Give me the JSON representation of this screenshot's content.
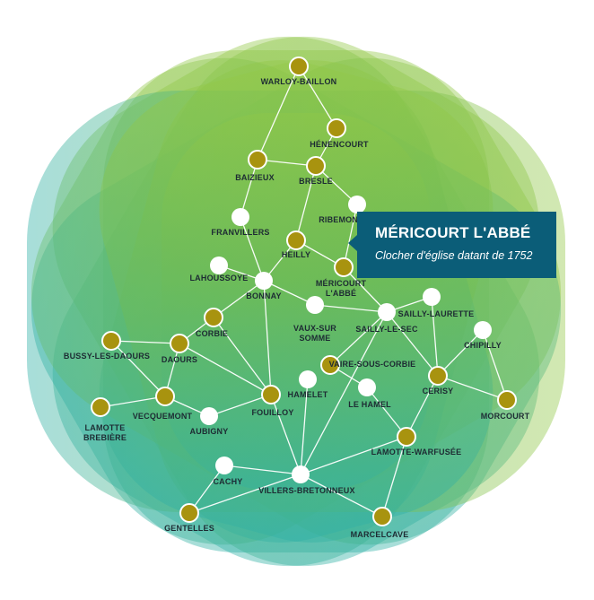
{
  "map": {
    "colors": {
      "gold": "#a8930f",
      "white": "#ffffff",
      "line": "#ffffff",
      "label": "#1d2b33",
      "green": "#8cc43f",
      "teal": "#33b0a8"
    },
    "nodes": [
      {
        "id": "warloy",
        "label": "WARLOY-BAILLON",
        "color": "gold"
      },
      {
        "id": "henencourt",
        "label": "HÉNENCOURT",
        "color": "gold"
      },
      {
        "id": "baizieux",
        "label": "BAIZIEUX",
        "color": "gold"
      },
      {
        "id": "bresle",
        "label": "BRESLE",
        "color": "gold"
      },
      {
        "id": "ribemont",
        "label": "RIBEMONT",
        "color": "white"
      },
      {
        "id": "franvillers",
        "label": "FRANVILLERS",
        "color": "white"
      },
      {
        "id": "heilly",
        "label": "HEILLY",
        "color": "gold"
      },
      {
        "id": "mericourt",
        "label": "MÉRICOURT\nL'ABBÉ",
        "color": "gold"
      },
      {
        "id": "lahoussoye",
        "label": "LAHOUSSOYE",
        "color": "white"
      },
      {
        "id": "bonnay",
        "label": "BONNAY",
        "color": "white"
      },
      {
        "id": "corbie",
        "label": "CORBIE",
        "color": "gold"
      },
      {
        "id": "vauxsursomme",
        "label": "VAUX-SUR\nSOMME",
        "color": "white"
      },
      {
        "id": "saillylesec",
        "label": "SAILLY-LE-SEC",
        "color": "white"
      },
      {
        "id": "saillylaurette",
        "label": "SAILLY-LAURETTE",
        "color": "white"
      },
      {
        "id": "chipilly",
        "label": "CHIPILLY",
        "color": "white"
      },
      {
        "id": "bussy",
        "label": "BUSSY-LES-DAOURS",
        "color": "gold"
      },
      {
        "id": "daours",
        "label": "DAOURS",
        "color": "gold"
      },
      {
        "id": "vairesouscorbie",
        "label": "VAIRE-SOUS-CORBIE",
        "color": "gold"
      },
      {
        "id": "hamelet",
        "label": "HAMELET",
        "color": "white"
      },
      {
        "id": "lehamel",
        "label": "LE HAMEL",
        "color": "white"
      },
      {
        "id": "cerisy",
        "label": "CERISY",
        "color": "gold"
      },
      {
        "id": "lamotte",
        "label": "LAMOTTE\nBREBIÈRE",
        "color": "gold"
      },
      {
        "id": "vecquemont",
        "label": "VECQUEMONT",
        "color": "gold"
      },
      {
        "id": "fouilloy",
        "label": "FOUILLOY",
        "color": "gold"
      },
      {
        "id": "aubigny",
        "label": "AUBIGNY",
        "color": "white"
      },
      {
        "id": "morcourt",
        "label": "MORCOURT",
        "color": "gold"
      },
      {
        "id": "lamottewarfusee",
        "label": "LAMOTTE-WARFUSÉE",
        "color": "gold"
      },
      {
        "id": "cachy",
        "label": "CACHY",
        "color": "white"
      },
      {
        "id": "villers",
        "label": "VILLERS-BRETONNEUX",
        "color": "white"
      },
      {
        "id": "gentelles",
        "label": "GENTELLES",
        "color": "gold"
      },
      {
        "id": "marcelcave",
        "label": "MARCELCAVE",
        "color": "gold"
      }
    ],
    "edges": [
      [
        "warloy",
        "henencourt"
      ],
      [
        "warloy",
        "baizieux"
      ],
      [
        "baizieux",
        "bresle"
      ],
      [
        "henencourt",
        "bresle"
      ],
      [
        "bresle",
        "ribemont"
      ],
      [
        "bresle",
        "heilly"
      ],
      [
        "ribemont",
        "mericourt"
      ],
      [
        "baizieux",
        "franvillers"
      ],
      [
        "franvillers",
        "bonnay"
      ],
      [
        "lahoussoye",
        "bonnay"
      ],
      [
        "heilly",
        "bonnay"
      ],
      [
        "heilly",
        "mericourt"
      ],
      [
        "bonnay",
        "corbie"
      ],
      [
        "bonnay",
        "fouilloy"
      ],
      [
        "bonnay",
        "vauxsursomme"
      ],
      [
        "mericourt",
        "saillylesec"
      ],
      [
        "saillylesec",
        "saillylaurette"
      ],
      [
        "saillylesec",
        "vairesouscorbie"
      ],
      [
        "saillylesec",
        "cerisy"
      ],
      [
        "saillylaurette",
        "cerisy"
      ],
      [
        "chipilly",
        "cerisy"
      ],
      [
        "chipilly",
        "morcourt"
      ],
      [
        "cerisy",
        "morcourt"
      ],
      [
        "cerisy",
        "lamottewarfusee"
      ],
      [
        "lehamel",
        "lamottewarfusee"
      ],
      [
        "vairesouscorbie",
        "lehamel"
      ],
      [
        "vauxsursomme",
        "saillylesec"
      ],
      [
        "corbie",
        "daours"
      ],
      [
        "corbie",
        "fouilloy"
      ],
      [
        "daours",
        "fouilloy"
      ],
      [
        "daours",
        "vecquemont"
      ],
      [
        "bussy",
        "vecquemont"
      ],
      [
        "bussy",
        "daours"
      ],
      [
        "lamotte",
        "vecquemont"
      ],
      [
        "vecquemont",
        "aubigny"
      ],
      [
        "aubigny",
        "fouilloy"
      ],
      [
        "hamelet",
        "villers"
      ],
      [
        "fouilloy",
        "villers"
      ],
      [
        "lamottewarfusee",
        "villers"
      ],
      [
        "cachy",
        "villers"
      ],
      [
        "cachy",
        "gentelles"
      ],
      [
        "gentelles",
        "villers"
      ],
      [
        "villers",
        "marcelcave"
      ],
      [
        "lamottewarfusee",
        "marcelcave"
      ],
      [
        "saillylesec",
        "villers"
      ]
    ]
  },
  "tooltip": {
    "title": "MÉRICOURT L'ABBÉ",
    "subtitle": "Clocher d'église datant de 1752"
  }
}
